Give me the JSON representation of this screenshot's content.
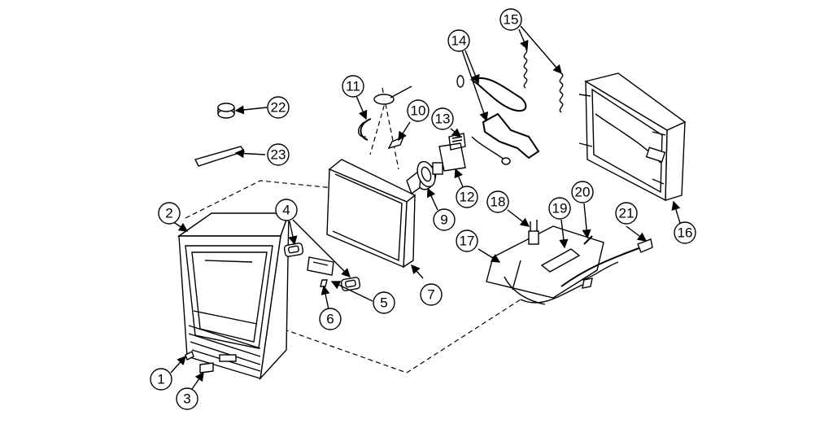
{
  "diagram": {
    "callouts": [
      "1",
      "2",
      "3",
      "4",
      "5",
      "6",
      "7",
      "9",
      "10",
      "11",
      "12",
      "13",
      "14",
      "15",
      "16",
      "17",
      "18",
      "19",
      "20",
      "21",
      "22",
      "23"
    ]
  }
}
